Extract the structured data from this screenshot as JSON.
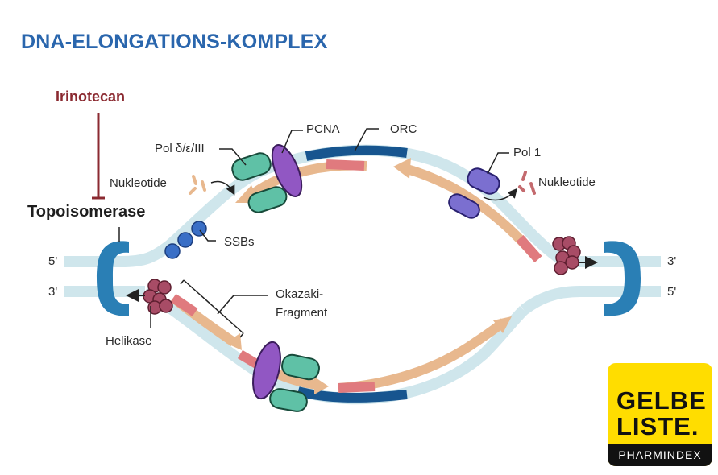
{
  "title": "DNA-ELONGATIONS-KOMPLEX",
  "inhibitor": {
    "drug": "Irinotecan",
    "target": "Topoisomerase",
    "relation": "inhibits"
  },
  "labels": {
    "pol_delta": "Pol δ/ε/III",
    "pcna": "PCNA",
    "orc": "ORC",
    "pol1": "Pol 1",
    "nucleotide_left": "Nukleotide",
    "nucleotide_right": "Nukleotide",
    "ssbs": "SSBs",
    "helikase": "Helikase",
    "okazaki_line1": "Okazaki-",
    "okazaki_line2": "Fragment",
    "end_left_top": "5'",
    "end_left_bottom": "3'",
    "end_right_top": "3'",
    "end_right_bottom": "5'"
  },
  "colors": {
    "title": "#2a66ad",
    "drug": "#8b2a31",
    "strand": "#cfe6ec",
    "orc_segment": "#17558f",
    "new_strand": "#e8b88e",
    "primer": "#e07a7e",
    "topoisomerase": "#2a7fb5",
    "polymerase": "#5fc1a6",
    "pcna": "#9157c3",
    "pol1": "#7b6fd0",
    "ssb": "#3a6fc6",
    "helikase": "#a84c66"
  },
  "logo": {
    "line1": "GELBE",
    "line2": "LISTE.",
    "subtitle": "PHARMINDEX"
  }
}
